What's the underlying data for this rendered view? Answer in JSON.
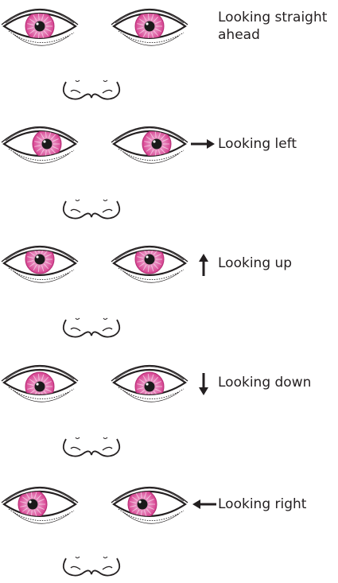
{
  "colors": {
    "iris_outer": "#d63f8e",
    "iris_inner": "#f4bedc",
    "pupil": "#1a1a1a",
    "outline": "#231f20",
    "sclera": "#ffffff",
    "sclera_shade": "#ececec"
  },
  "arrow_icons": [
    "arrow-right-icon",
    "arrow-up-icon",
    "arrow-down-icon",
    "arrow-left-icon"
  ],
  "rows": [
    {
      "id": "straight",
      "label": "Looking straight ahead",
      "label_lines": [
        "Looking straight",
        "ahead"
      ],
      "arrow": "none",
      "gaze": "center"
    },
    {
      "id": "left",
      "label": "Looking left",
      "label_lines": [
        "Looking left"
      ],
      "arrow": "right",
      "gaze": "right"
    },
    {
      "id": "up",
      "label": "Looking up",
      "label_lines": [
        "Looking up"
      ],
      "arrow": "up",
      "gaze": "up"
    },
    {
      "id": "down",
      "label": "Looking down",
      "label_lines": [
        "Looking down"
      ],
      "arrow": "down",
      "gaze": "down"
    },
    {
      "id": "right",
      "label": "Looking right",
      "label_lines": [
        "Looking right"
      ],
      "arrow": "left",
      "gaze": "left"
    }
  ]
}
